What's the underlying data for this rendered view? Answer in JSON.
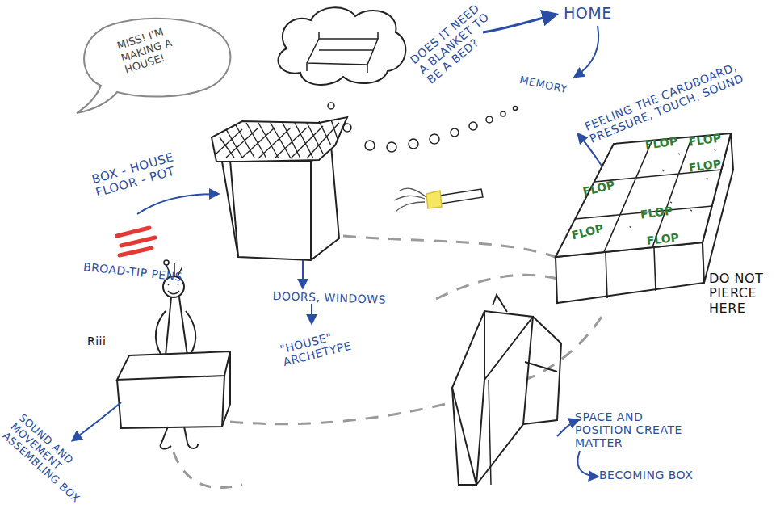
{
  "diagram": {
    "nodes": [
      {
        "text": [
          "MISS! I'M MAKING A HOUSE!"
        ]
      },
      {
        "text": [
          "FLOP",
          "FLOP",
          "FLOP",
          "FLOP",
          "FLOP",
          "FLOP",
          "FLOP"
        ]
      }
    ],
    "labels": [
      "DOES IT NEED A BLANKET TO BE A BED?",
      "HOME",
      "MEMORY",
      "FEELING THE CARDBOARD, PRESSURE, TOUCH, SOUND",
      "BOX - HOUSE FLOOR - POT",
      "BROAD-TIP PENS",
      "DOORS, WINDOWS",
      "\"HOUSE\" ARCHETYPE",
      "DO NOT PIERCE HERE",
      "Riii",
      "SOUND AND MOVEMENT ASSEMBLING BOX",
      "SPACE AND POSITION CREATE MATTER",
      "BECOMING BOX"
    ]
  }
}
